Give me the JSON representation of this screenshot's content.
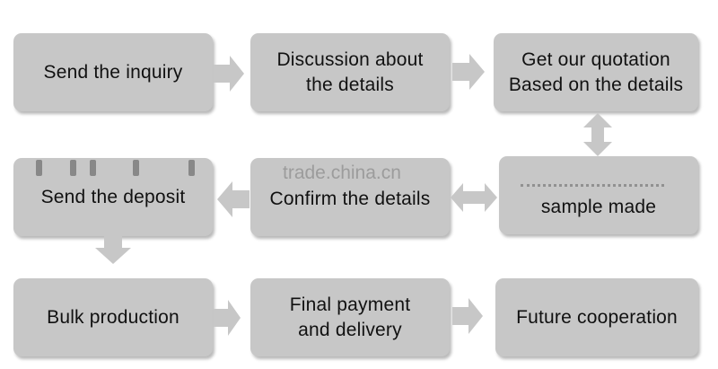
{
  "steps": {
    "inquiry": "Send the inquiry",
    "discussion_line1": "Discussion about",
    "discussion_line2": "the details",
    "quotation_line1": "Get our quotation",
    "quotation_line2": "Based on the details",
    "deposit": "Send the deposit",
    "confirm": "Confirm the details",
    "sample": "sample made",
    "bulk": "Bulk production",
    "final_line1": "Final payment",
    "final_line2": "and delivery",
    "future": "Future cooperation"
  },
  "watermark": "trade.china.cn",
  "colors": {
    "box": "#c7c7c7",
    "arrow": "#c7c7c7",
    "text": "#111111"
  }
}
